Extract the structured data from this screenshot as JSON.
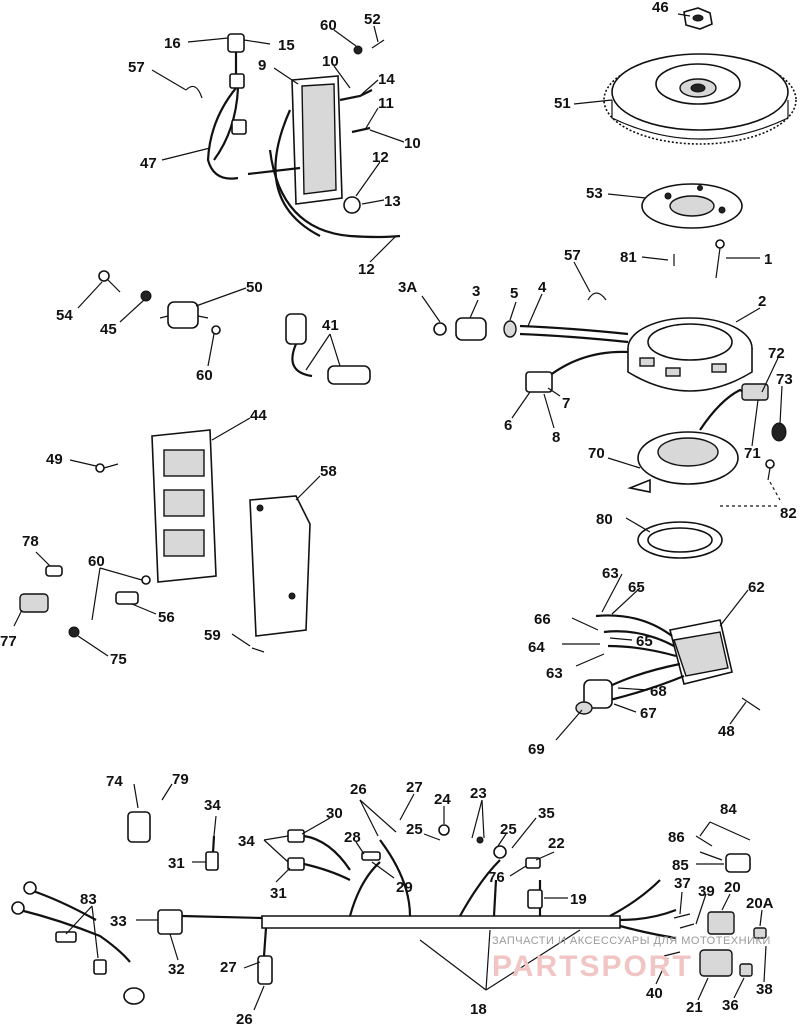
{
  "diagram": {
    "labels": {
      "l46": "46",
      "l51": "51",
      "l53": "53",
      "l57b": "57",
      "l81": "81",
      "l1": "1",
      "l2": "2",
      "l3A": "3A",
      "l3": "3",
      "l5": "5",
      "l4": "4",
      "l6": "6",
      "l7": "7",
      "l8": "8",
      "l72": "72",
      "l73": "73",
      "l71": "71",
      "l70": "70",
      "l82": "82",
      "l80": "80",
      "l16": "16",
      "l15": "15",
      "l60a": "60",
      "l52": "52",
      "l9": "9",
      "l10a": "10",
      "l14": "14",
      "l11": "11",
      "l10b": "10",
      "l57a": "57",
      "l47": "47",
      "l12a": "12",
      "l13": "13",
      "l12b": "12",
      "l54": "54",
      "l45": "45",
      "l50": "50",
      "l60b": "60",
      "l41": "41",
      "l44": "44",
      "l49": "49",
      "l58": "58",
      "l78": "78",
      "l60c": "60",
      "l56": "56",
      "l77": "77",
      "l75": "75",
      "l59": "59",
      "l63a": "63",
      "l65a": "65",
      "l62": "62",
      "l66": "66",
      "l65b": "65",
      "l64": "64",
      "l63b": "63",
      "l68": "68",
      "l67": "67",
      "l69": "69",
      "l48": "48",
      "l74": "74",
      "l79": "79",
      "l34a": "34",
      "l31a": "31",
      "l33": "33",
      "l32": "32",
      "l83": "83",
      "l27a": "27",
      "l26a": "26",
      "l30": "30",
      "l34b": "34",
      "l31b": "31",
      "l28": "28",
      "l29": "29",
      "l26b": "26",
      "l27b": "27",
      "l24": "24",
      "l23": "23",
      "l25a": "25",
      "l25b": "25",
      "l35": "35",
      "l22": "22",
      "l76": "76",
      "l19": "19",
      "l18": "18",
      "l84": "84",
      "l86": "86",
      "l85": "85",
      "l37": "37",
      "l39": "39",
      "l20": "20",
      "l20A": "20A",
      "l40": "40",
      "l21": "21",
      "l36": "36",
      "l38": "38"
    },
    "watermark": {
      "line1": "ЗАПЧАСТИ И АКСЕССУАРЫ ДЛЯ МОТОТЕХНИКИ",
      "line2": "PARTSPORT"
    },
    "colors": {
      "ink": "#111111",
      "paper": "#ffffff",
      "watermark_red": "#f2c5c5"
    }
  }
}
